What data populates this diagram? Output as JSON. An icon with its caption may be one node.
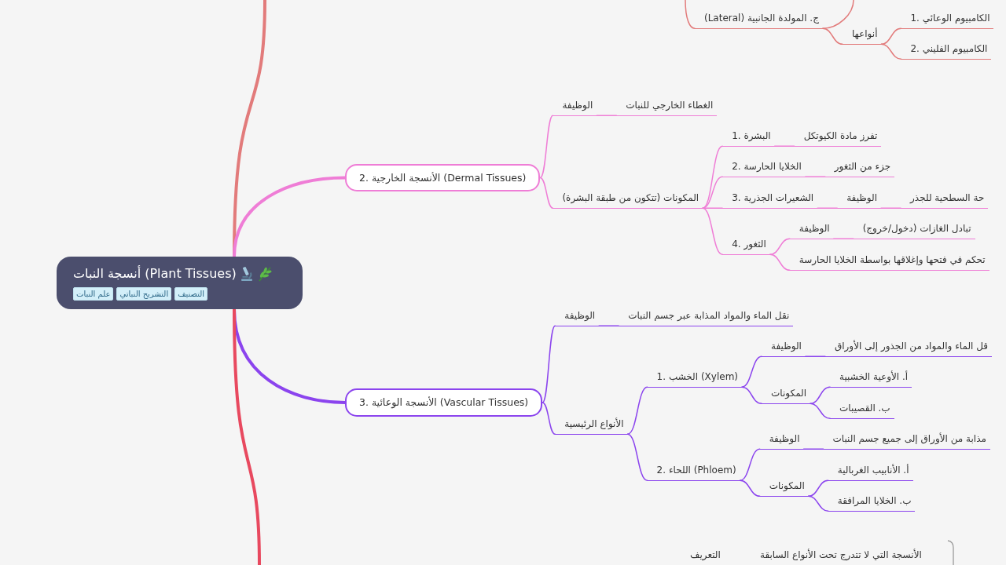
{
  "diagram": {
    "nodes": [
      {
        "text": [
          "أنسجة النبات (Plant Tissues)"
        ]
      },
      {
        "text": [
          "التصنيف"
        ],
        "in": 0
      },
      {
        "text": [
          "التشريح النباتي"
        ],
        "in": 0
      },
      {
        "text": [
          "علم النبات"
        ],
        "in": 0
      },
      {
        "text": [
          "ج. المولدة الجانبية (Lateral)"
        ]
      },
      {
        "text": [
          "أنواعها"
        ]
      },
      {
        "text": [
          "1. الكامبيوم الوعائي"
        ]
      },
      {
        "text": [
          "2. الكامبيوم الفليني"
        ]
      },
      {
        "text": [
          "2. الأنسجة الخارجية (Dermal Tissues)"
        ]
      },
      {
        "text": [
          "الوظيفة"
        ]
      },
      {
        "text": [
          "الغطاء الخارجي للنبات"
        ]
      },
      {
        "text": [
          "المكونات (تتكون من طبقة البشرة)"
        ]
      },
      {
        "text": [
          "1. البشرة"
        ]
      },
      {
        "text": [
          "تفرز مادة الكيوتكل"
        ]
      },
      {
        "text": [
          "2. الخلايا الحارسة"
        ]
      },
      {
        "text": [
          "جزء من الثغور"
        ]
      },
      {
        "text": [
          "3. الشعيرات الجذرية"
        ]
      },
      {
        "text": [
          "الوظيفة"
        ]
      },
      {
        "text": [
          "حة السطحية للجذر"
        ]
      },
      {
        "text": [
          "4. الثغور"
        ]
      },
      {
        "text": [
          "الوظيفة"
        ]
      },
      {
        "text": [
          "تبادل الغازات (دخول/خروج)"
        ]
      },
      {
        "text": [
          "تحكم في فتحها وإغلاقها بواسطة الخلايا الحارسة"
        ]
      },
      {
        "text": [
          "3. الأنسجة الوعائية (Vascular Tissues)"
        ]
      },
      {
        "text": [
          "الوظيفة"
        ]
      },
      {
        "text": [
          "نقل الماء والمواد المذابة عبر جسم النبات"
        ]
      },
      {
        "text": [
          "الأنواع الرئيسية"
        ]
      },
      {
        "text": [
          "1. الخشب (Xylem)"
        ]
      },
      {
        "text": [
          "الوظيفة"
        ]
      },
      {
        "text": [
          "قل الماء والمواد من الجذور إلى الأوراق"
        ]
      },
      {
        "text": [
          "المكونات"
        ]
      },
      {
        "text": [
          "أ. الأوعية الخشبية"
        ]
      },
      {
        "text": [
          "ب. القصيبات"
        ]
      },
      {
        "text": [
          "2. اللحاء (Phloem)"
        ]
      },
      {
        "text": [
          "الوظيفة"
        ]
      },
      {
        "text": [
          "مذابة من الأوراق إلى جميع جسم النبات"
        ]
      },
      {
        "text": [
          "المكونات"
        ]
      },
      {
        "text": [
          "أ. الأنابيب الغربالية"
        ]
      },
      {
        "text": [
          "ب. الخلايا المرافقة"
        ]
      },
      {
        "text": [
          "التعريف"
        ]
      },
      {
        "text": [
          "الأنسجة التي لا تتدرج تحت الأنواع السابقة"
        ]
      }
    ],
    "edges": [
      {
        "from": 0,
        "to": null,
        "arrow": "none",
        "style": "thick",
        "color": "#e27b7b"
      },
      {
        "from": null,
        "to": 4,
        "arrow": "none",
        "color": "#e27b7b"
      },
      {
        "from": 4,
        "to": null,
        "arrow": "none",
        "color": "#e27b7b"
      },
      {
        "from": 4,
        "to": 5,
        "arrow": "none",
        "color": "#e27b7b"
      },
      {
        "from": 5,
        "to": 6,
        "arrow": "none",
        "color": "#e27b7b"
      },
      {
        "from": 5,
        "to": 7,
        "arrow": "none",
        "color": "#e27b7b"
      },
      {
        "from": 0,
        "to": 8,
        "arrow": "none",
        "style": "thick",
        "color": "#ef7dd6"
      },
      {
        "from": 8,
        "to": 9,
        "arrow": "none",
        "color": "#ef7dd6"
      },
      {
        "from": 9,
        "to": 10,
        "arrow": "none",
        "color": "#ef7dd6"
      },
      {
        "from": 8,
        "to": 11,
        "arrow": "none",
        "color": "#ef7dd6"
      },
      {
        "from": 11,
        "to": 12,
        "arrow": "none",
        "color": "#ef7dd6"
      },
      {
        "from": 12,
        "to": 13,
        "arrow": "none",
        "color": "#ef7dd6"
      },
      {
        "from": 11,
        "to": 14,
        "arrow": "none",
        "color": "#ef7dd6"
      },
      {
        "from": 14,
        "to": 15,
        "arrow": "none",
        "color": "#ef7dd6"
      },
      {
        "from": 11,
        "to": 16,
        "arrow": "none",
        "color": "#ef7dd6"
      },
      {
        "from": 16,
        "to": 17,
        "arrow": "none",
        "color": "#ef7dd6"
      },
      {
        "from": 17,
        "to": 18,
        "arrow": "none",
        "color": "#ef7dd6"
      },
      {
        "from": 11,
        "to": 19,
        "arrow": "none",
        "color": "#ef7dd6"
      },
      {
        "from": 19,
        "to": 20,
        "arrow": "none",
        "color": "#ef7dd6"
      },
      {
        "from": 20,
        "to": 21,
        "arrow": "none",
        "color": "#ef7dd6"
      },
      {
        "from": 19,
        "to": 22,
        "arrow": "none",
        "color": "#ef7dd6"
      },
      {
        "from": 0,
        "to": 23,
        "arrow": "none",
        "style": "thick"
      },
      {
        "from": 23,
        "to": 24,
        "arrow": "none"
      },
      {
        "from": 24,
        "to": 25,
        "arrow": "none"
      },
      {
        "from": 23,
        "to": 26,
        "arrow": "none"
      },
      {
        "from": 26,
        "to": 27,
        "arrow": "none"
      },
      {
        "from": 27,
        "to": 28,
        "arrow": "none"
      },
      {
        "from": 28,
        "to": 29,
        "arrow": "none"
      },
      {
        "from": 27,
        "to": 30,
        "arrow": "none"
      },
      {
        "from": 30,
        "to": 31,
        "arrow": "none"
      },
      {
        "from": 30,
        "to": 32,
        "arrow": "none"
      },
      {
        "from": 26,
        "to": 33,
        "arrow": "none"
      },
      {
        "from": 33,
        "to": 34,
        "arrow": "none"
      },
      {
        "from": 34,
        "to": 35,
        "arrow": "none"
      },
      {
        "from": 33,
        "to": 36,
        "arrow": "none"
      },
      {
        "from": 36,
        "to": 37,
        "arrow": "none"
      },
      {
        "from": 36,
        "to": 38,
        "arrow": "none"
      },
      {
        "from": 0,
        "to": null,
        "arrow": "none",
        "style": "thick",
        "color": "#e8495f"
      }
    ]
  }
}
